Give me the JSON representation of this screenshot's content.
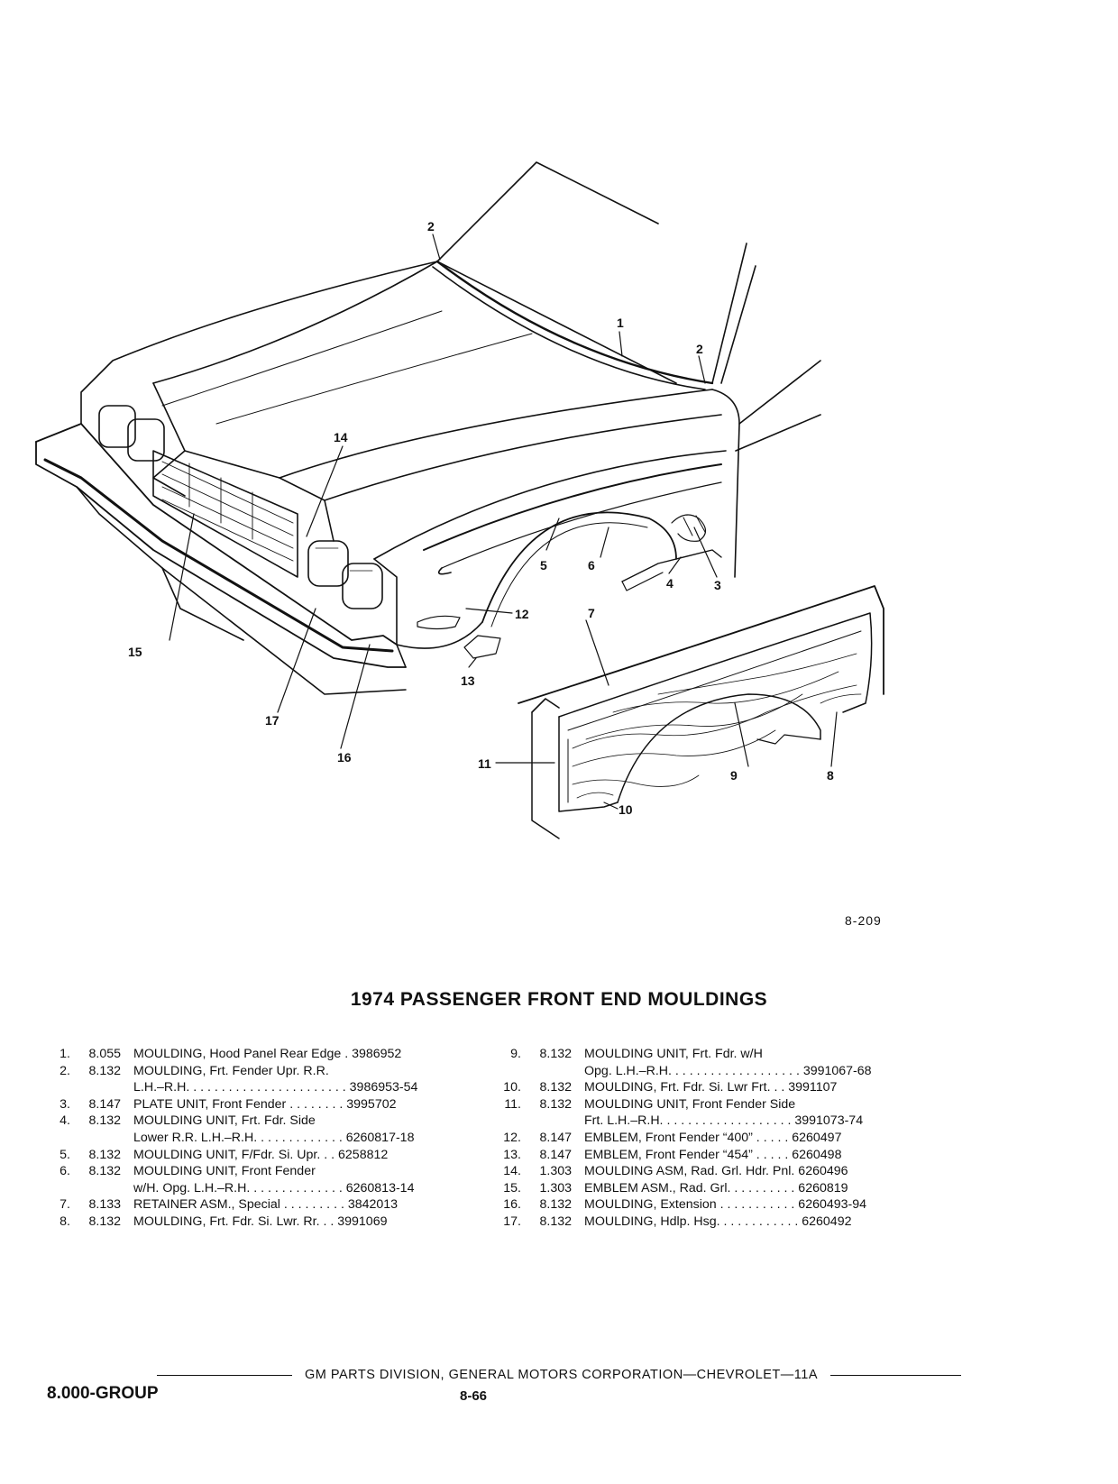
{
  "figure": {
    "id": "8-209",
    "callouts": [
      "1",
      "2",
      "2",
      "3",
      "4",
      "5",
      "6",
      "7",
      "8",
      "9",
      "10",
      "11",
      "12",
      "13",
      "14",
      "15",
      "16",
      "17"
    ]
  },
  "title": "1974 PASSENGER FRONT END MOULDINGS",
  "parts_left": [
    {
      "num": "1.",
      "code": "8.055",
      "desc": "MOULDING, Hood Panel Rear Edge  . 3986952"
    },
    {
      "num": "2.",
      "code": "8.132",
      "desc": "MOULDING, Frt. Fender Upr. R.R.",
      "cont": "L.H.–R.H. . . . . . . . . . . . . . . . . . . . . . . 3986953-54"
    },
    {
      "num": "3.",
      "code": "8.147",
      "desc": "PLATE UNIT, Front Fender . . . . . . . . 3995702"
    },
    {
      "num": "4.",
      "code": "8.132",
      "desc": "MOULDING UNIT, Frt. Fdr. Side",
      "cont": "Lower R.R. L.H.–R.H. . . . . . . . . . . . . 6260817-18"
    },
    {
      "num": "5.",
      "code": "8.132",
      "desc": "MOULDING UNIT, F/Fdr. Si. Upr. . . 6258812"
    },
    {
      "num": "6.",
      "code": "8.132",
      "desc": "MOULDING UNIT, Front Fender",
      "cont": "w/H. Opg. L.H.–R.H. . . . . . . . . . . . . . 6260813-14"
    },
    {
      "num": "7.",
      "code": "8.133",
      "desc": "RETAINER ASM., Special . . . . . . . . . 3842013"
    },
    {
      "num": "8.",
      "code": "8.132",
      "desc": "MOULDING, Frt. Fdr. Si. Lwr. Rr.  . . 3991069"
    }
  ],
  "parts_right": [
    {
      "num": "9.",
      "code": "8.132",
      "desc": "MOULDING UNIT, Frt. Fdr. w/H",
      "cont": "Opg. L.H.–R.H. . . . . . . . . . . . . . . . . . . 3991067-68"
    },
    {
      "num": "10.",
      "code": "8.132",
      "desc": "MOULDING, Frt. Fdr. Si. Lwr Frt.  . . 3991107"
    },
    {
      "num": "11.",
      "code": "8.132",
      "desc": "MOULDING UNIT, Front Fender Side",
      "cont": "Frt. L.H.–R.H. . . . . . . . . . . . . . . . . . . 3991073-74"
    },
    {
      "num": "12.",
      "code": "8.147",
      "desc": "EMBLEM, Front Fender “400”  . . . . . 6260497"
    },
    {
      "num": "13.",
      "code": "8.147",
      "desc": "EMBLEM, Front Fender “454”  . . . . . 6260498"
    },
    {
      "num": "14.",
      "code": "1.303",
      "desc": "MOULDING ASM, Rad. Grl. Hdr. Pnl. 6260496"
    },
    {
      "num": "15.",
      "code": "1.303",
      "desc": "EMBLEM ASM., Rad. Grl. . . . . . . . . . 6260819"
    },
    {
      "num": "16.",
      "code": "8.132",
      "desc": "MOULDING, Extension . . . . . . . . . . . 6260493-94"
    },
    {
      "num": "17.",
      "code": "8.132",
      "desc": "MOULDING, Hdlp. Hsg. . . . . . . . . . . . 6260492"
    }
  ],
  "footer": {
    "text": "GM PARTS DIVISION, GENERAL MOTORS CORPORATION—CHEVROLET—11A",
    "group": "8.000-GROUP",
    "page": "8-66"
  }
}
